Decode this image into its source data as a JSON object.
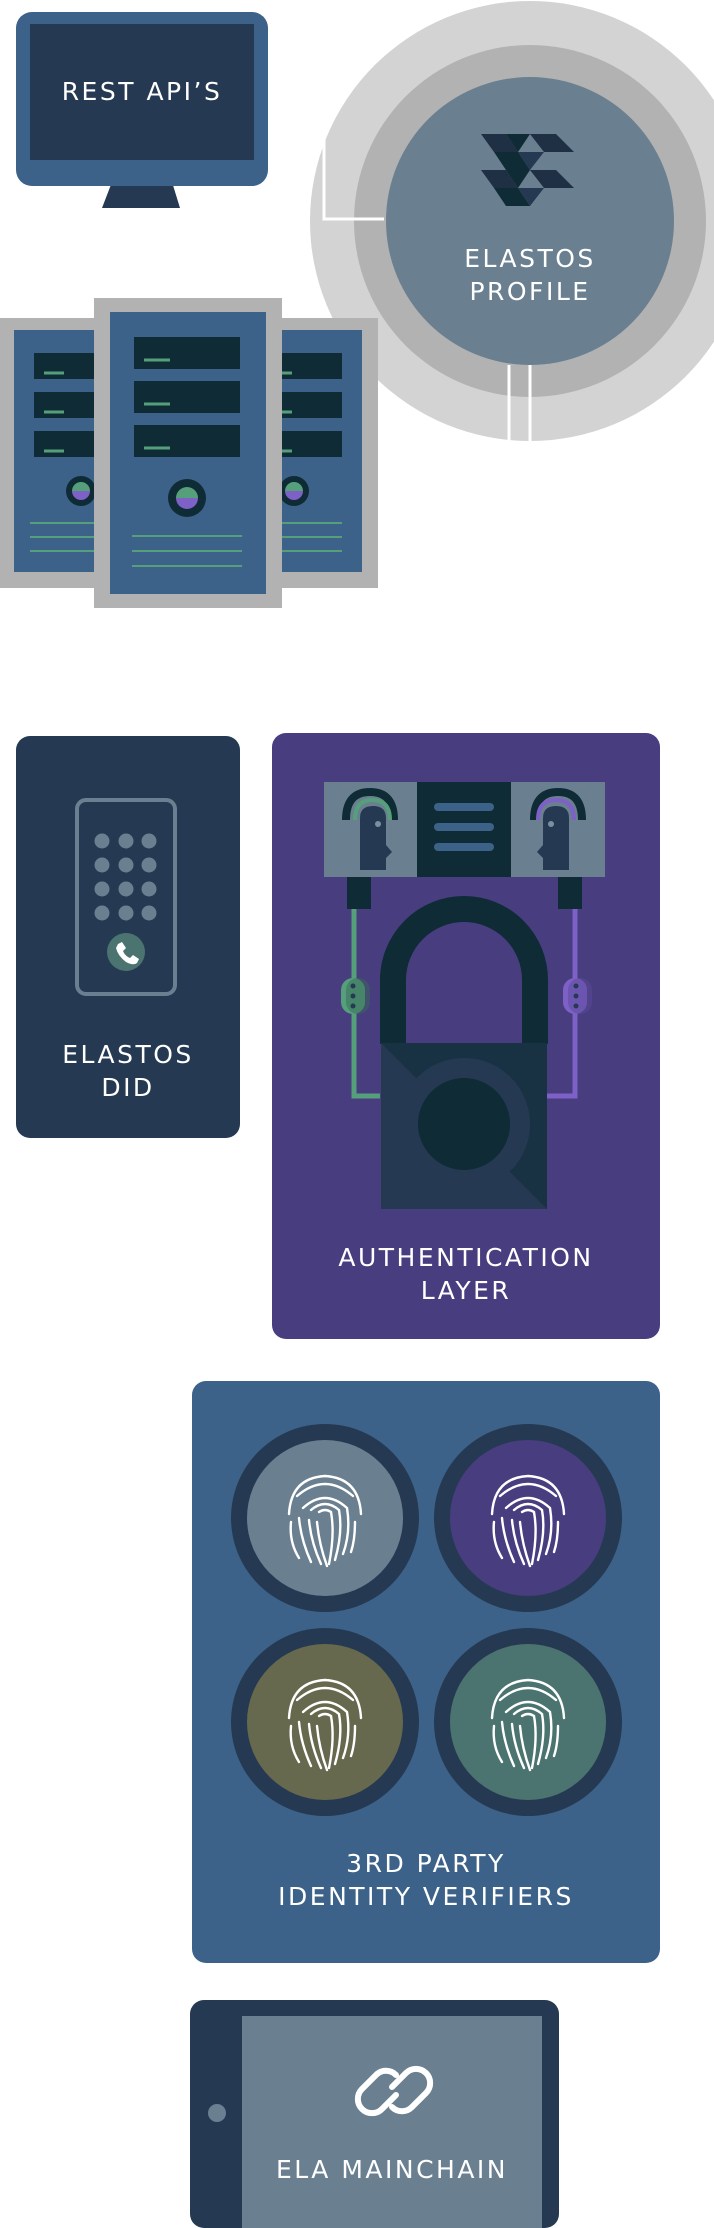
{
  "nodes": {
    "rest_api": {
      "label": "REST API’S"
    },
    "elastos_profile": {
      "line1": "ELASTOS",
      "line2": "PROFILE"
    },
    "elastos_did": {
      "line1": "ELASTOS",
      "line2": "DID"
    },
    "authentication_layer": {
      "line1": "AUTHENTICATION",
      "line2": "LAYER"
    },
    "identity_verifiers": {
      "line1": "3RD PARTY",
      "line2": "IDENTITY VERIFIERS"
    },
    "ela_mainchain": {
      "label": "ELA MAINCHAIN"
    }
  },
  "icons": {
    "rest_api": "monitor-icon",
    "servers": "server-rack-icon",
    "elastos_profile": "elastos-logo-icon",
    "elastos_did": "phone-keypad-icon",
    "authentication_layer": "padlock-icon",
    "identity_verifiers": "fingerprint-icon",
    "ela_mainchain": "chain-link-icon"
  },
  "colors": {
    "navy": "#253a52",
    "steel_blue": "#3d6289",
    "slate": "#6a7f8f",
    "purple": "#483d7f",
    "olive": "#67694e",
    "teal": "#4b7470",
    "dark_teal": "#0f2b36",
    "light_gray": "#d3d3d3",
    "mid_gray": "#b2b2b2",
    "green_accent": "#55a07a",
    "purple_accent": "#7e61c6"
  }
}
